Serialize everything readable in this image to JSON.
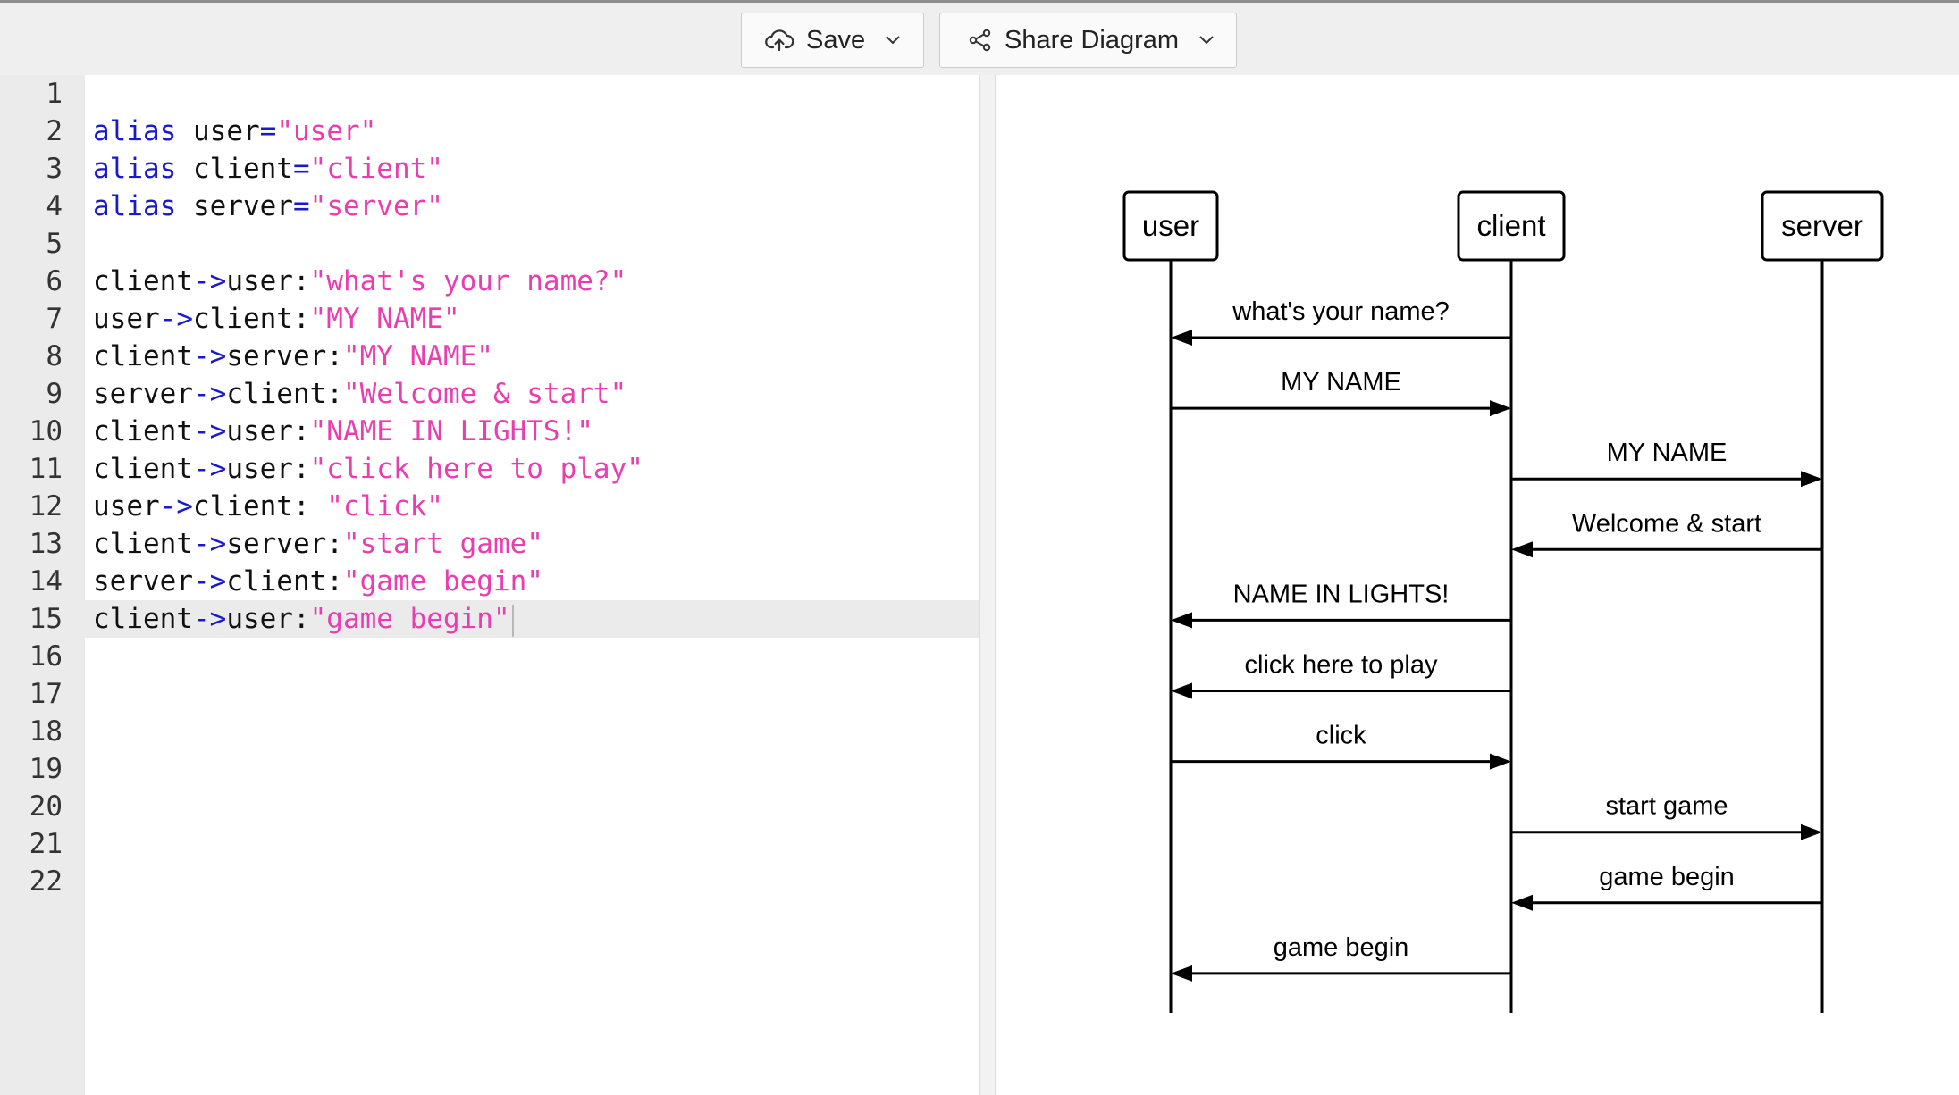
{
  "toolbar": {
    "save_label": "Save",
    "share_label": "Share Diagram"
  },
  "editor": {
    "lines": [
      {
        "n": "1",
        "tokens": []
      },
      {
        "n": "2",
        "tokens": [
          [
            "kw",
            "alias"
          ],
          [
            "plain",
            " user"
          ],
          [
            "op",
            "="
          ],
          [
            "str",
            "\"user\""
          ]
        ]
      },
      {
        "n": "3",
        "tokens": [
          [
            "kw",
            "alias"
          ],
          [
            "plain",
            " client"
          ],
          [
            "op",
            "="
          ],
          [
            "str",
            "\"client\""
          ]
        ]
      },
      {
        "n": "4",
        "tokens": [
          [
            "kw",
            "alias"
          ],
          [
            "plain",
            " server"
          ],
          [
            "op",
            "="
          ],
          [
            "str",
            "\"server\""
          ]
        ]
      },
      {
        "n": "5",
        "tokens": []
      },
      {
        "n": "6",
        "tokens": [
          [
            "plain",
            "client"
          ],
          [
            "op",
            "->"
          ],
          [
            "plain",
            "user:"
          ],
          [
            "str",
            "\"what's your name?\""
          ]
        ]
      },
      {
        "n": "7",
        "tokens": [
          [
            "plain",
            "user"
          ],
          [
            "op",
            "->"
          ],
          [
            "plain",
            "client:"
          ],
          [
            "str",
            "\"MY NAME\""
          ]
        ]
      },
      {
        "n": "8",
        "tokens": [
          [
            "plain",
            "client"
          ],
          [
            "op",
            "->"
          ],
          [
            "plain",
            "server:"
          ],
          [
            "str",
            "\"MY NAME\""
          ]
        ]
      },
      {
        "n": "9",
        "tokens": [
          [
            "plain",
            "server"
          ],
          [
            "op",
            "->"
          ],
          [
            "plain",
            "client:"
          ],
          [
            "str",
            "\"Welcome & start\""
          ]
        ]
      },
      {
        "n": "10",
        "tokens": [
          [
            "plain",
            "client"
          ],
          [
            "op",
            "->"
          ],
          [
            "plain",
            "user:"
          ],
          [
            "str",
            "\"NAME IN LIGHTS!\""
          ]
        ]
      },
      {
        "n": "11",
        "tokens": [
          [
            "plain",
            "client"
          ],
          [
            "op",
            "->"
          ],
          [
            "plain",
            "user:"
          ],
          [
            "str",
            "\"click here to play\""
          ]
        ]
      },
      {
        "n": "12",
        "tokens": [
          [
            "plain",
            "user"
          ],
          [
            "op",
            "->"
          ],
          [
            "plain",
            "client: "
          ],
          [
            "str",
            "\"click\""
          ]
        ]
      },
      {
        "n": "13",
        "tokens": [
          [
            "plain",
            "client"
          ],
          [
            "op",
            "->"
          ],
          [
            "plain",
            "server:"
          ],
          [
            "str",
            "\"start game\""
          ]
        ]
      },
      {
        "n": "14",
        "tokens": [
          [
            "plain",
            "server"
          ],
          [
            "op",
            "->"
          ],
          [
            "plain",
            "client:"
          ],
          [
            "str",
            "\"game begin\""
          ]
        ]
      },
      {
        "n": "15",
        "tokens": [
          [
            "plain",
            "client"
          ],
          [
            "op",
            "->"
          ],
          [
            "plain",
            "user:"
          ],
          [
            "str",
            "\"game begin\""
          ]
        ],
        "active": true
      },
      {
        "n": "16",
        "tokens": []
      },
      {
        "n": "17",
        "tokens": []
      },
      {
        "n": "18",
        "tokens": []
      },
      {
        "n": "19",
        "tokens": []
      },
      {
        "n": "20",
        "tokens": []
      },
      {
        "n": "21",
        "tokens": []
      },
      {
        "n": "22",
        "tokens": []
      }
    ]
  },
  "diagram": {
    "participants": [
      "user",
      "client",
      "server"
    ],
    "messages": [
      {
        "from": "client",
        "to": "user",
        "label": "what's your name?"
      },
      {
        "from": "user",
        "to": "client",
        "label": "MY NAME"
      },
      {
        "from": "client",
        "to": "server",
        "label": "MY NAME"
      },
      {
        "from": "server",
        "to": "client",
        "label": "Welcome & start"
      },
      {
        "from": "client",
        "to": "user",
        "label": "NAME IN LIGHTS!"
      },
      {
        "from": "client",
        "to": "user",
        "label": "click here to play"
      },
      {
        "from": "user",
        "to": "client",
        "label": "click"
      },
      {
        "from": "client",
        "to": "server",
        "label": "start game"
      },
      {
        "from": "server",
        "to": "client",
        "label": "game begin"
      },
      {
        "from": "client",
        "to": "user",
        "label": "game begin"
      }
    ]
  }
}
